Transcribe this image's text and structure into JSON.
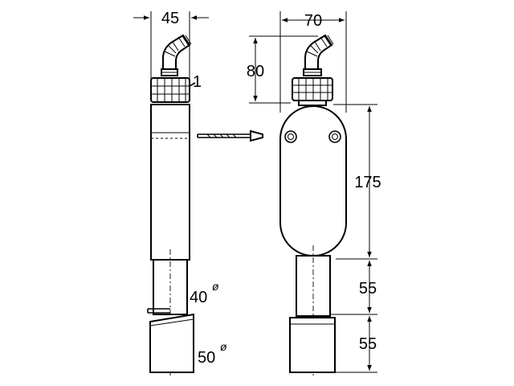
{
  "dimensions": {
    "side_width": "45",
    "front_width": "70",
    "fitting_height": "80",
    "body_height": "175",
    "pipe_height_upper": "55",
    "pipe_height_lower": "55"
  },
  "part_label": "1",
  "diameters": {
    "upper_pipe_value": "40",
    "lower_pipe_value": "50",
    "symbol": "ø"
  }
}
